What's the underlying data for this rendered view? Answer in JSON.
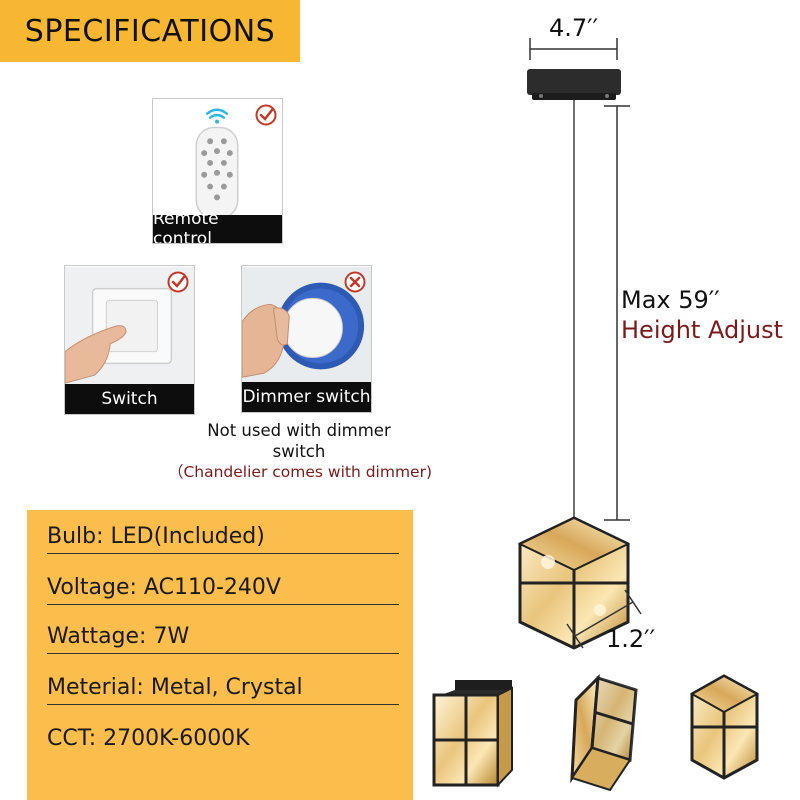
{
  "banner": {
    "title": "SPECIFICATIONS"
  },
  "controls": [
    {
      "caption": "Remote control",
      "status": "supported"
    },
    {
      "caption": "Switch",
      "status": "supported"
    },
    {
      "caption": "Dimmer switch",
      "status": "not supported"
    }
  ],
  "note": {
    "line1": "Not used with dimmer switch",
    "line2": "（Chandelier comes with dimmer)"
  },
  "specs": [
    {
      "text": "Bulb: LED(Included)"
    },
    {
      "text": "Voltage: AC110-240V"
    },
    {
      "text": "Wattage: 7W"
    },
    {
      "text": "Meterial: Metal, Crystal"
    },
    {
      "text": "CCT: 2700K-6000K"
    }
  ],
  "dimensions": {
    "canopy": "4.7′′",
    "height_max": "Max 59′′",
    "height_note": "Height Adjust",
    "cube": "1.2′′"
  },
  "colors": {
    "banner": "#f7b733",
    "panel": "#fbbd4c",
    "accent_red": "#7a1b1b",
    "supported": "#c0392b",
    "not_supported": "#c0392b"
  }
}
